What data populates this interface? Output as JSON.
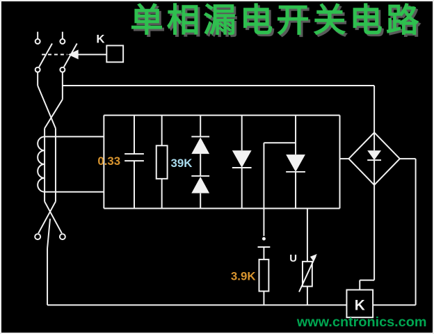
{
  "title": {
    "text": "单相漏电开关电路"
  },
  "components": {
    "breaker_label": "K",
    "capacitor_label": "0.33",
    "resistor1_label": "39K",
    "resistor2_label": "3.9K",
    "varistor_label": "U",
    "relay_label": "K"
  },
  "watermark": {
    "text": "www.cntronics.com"
  },
  "colors": {
    "background": "#000000",
    "wire": "#f2f2f2",
    "title_green": "#2fbf4f",
    "title_shadow": "#5a5a5a",
    "label_orange": "#d9952f",
    "label_cyan": "#aadcee",
    "label_white": "#f5f5f5",
    "watermark_green": "#00a651"
  }
}
